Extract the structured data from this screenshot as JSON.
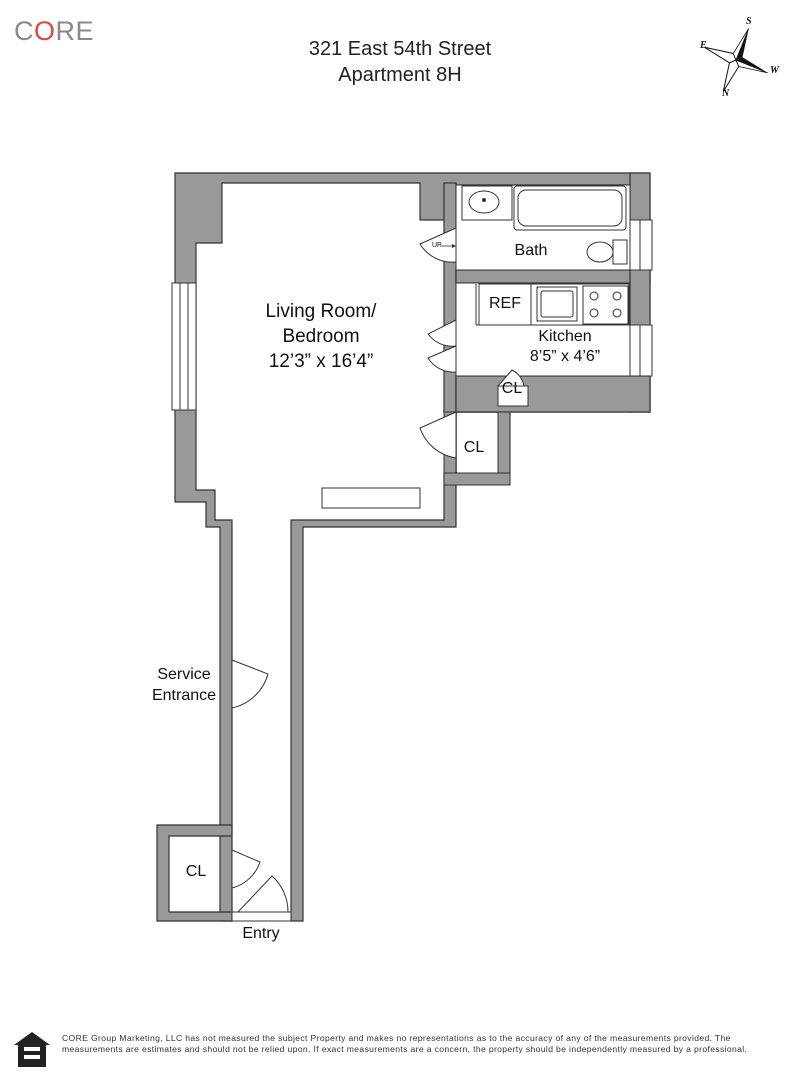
{
  "brand": {
    "logo_prefix": "C",
    "logo_accent": "O",
    "logo_suffix": "RE",
    "logo_color": "#8a8a8a",
    "accent_color": "#e2473b"
  },
  "address": {
    "line1": "321 East 54th Street",
    "line2": "Apartment 8H"
  },
  "compass": {
    "north": "N",
    "south": "S",
    "east": "E",
    "west": "W"
  },
  "rooms": {
    "living": {
      "name_line1": "Living Room/",
      "name_line2": "Bedroom",
      "dimensions": "12’3” x 16’4”"
    },
    "bath": {
      "name": "Bath"
    },
    "kitchen": {
      "name": "Kitchen",
      "dimensions": "8’5” x 4’6”"
    },
    "ref": {
      "name": "REF"
    },
    "closet_kitchen": {
      "name": "CL"
    },
    "closet_hall": {
      "name": "CL"
    },
    "closet_entry": {
      "name": "CL"
    },
    "service_entrance": {
      "line1": "Service",
      "line2": "Entrance"
    },
    "entry": {
      "name": "Entry"
    },
    "step_marker": "UP"
  },
  "colors": {
    "wall": "#999999",
    "wall_edge": "#333333"
  },
  "disclaimer": "CORE Group Marketing, LLC has not measured the subject Property and makes no representations as to the accuracy of any of the measurements provided. The measurements are estimates and should not be relied upon. If exact measurements are a concern, the property should be independently measured by a professional.",
  "icons": {
    "fair_housing": "equal-housing-opportunity-icon",
    "compass": "compass-rose-icon"
  }
}
